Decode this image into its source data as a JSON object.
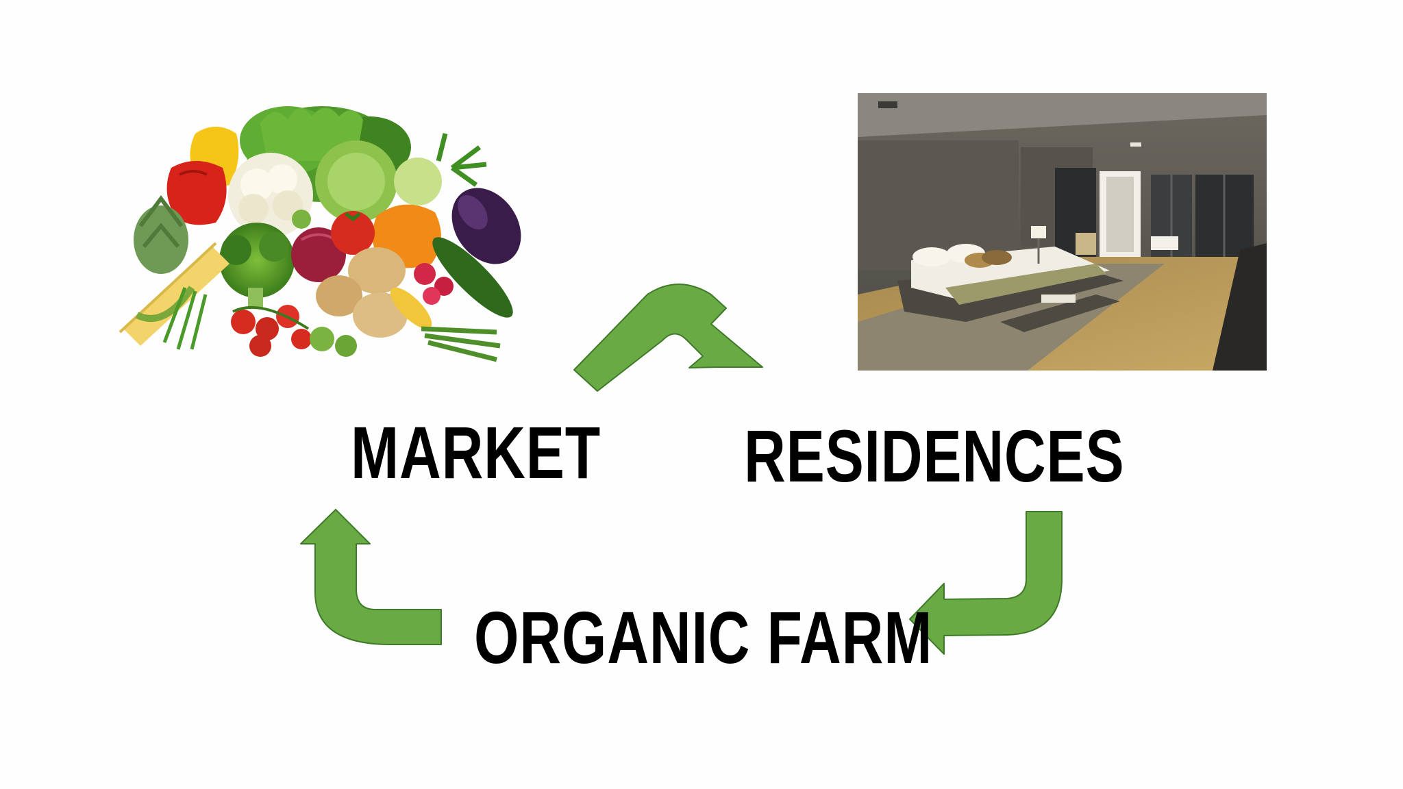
{
  "nodes": {
    "market": {
      "label": "MARKET"
    },
    "residences": {
      "label": "RESIDENCES"
    },
    "farm": {
      "label": "ORGANIC FARM"
    }
  },
  "colors": {
    "arrow_fill": "#6aaa45",
    "arrow_stroke": "#3e7a28",
    "text": "#000000",
    "background": "#fefefe"
  },
  "illustrations": {
    "vegetables": "vegetables-photo",
    "bedroom": "bedroom-photo"
  }
}
